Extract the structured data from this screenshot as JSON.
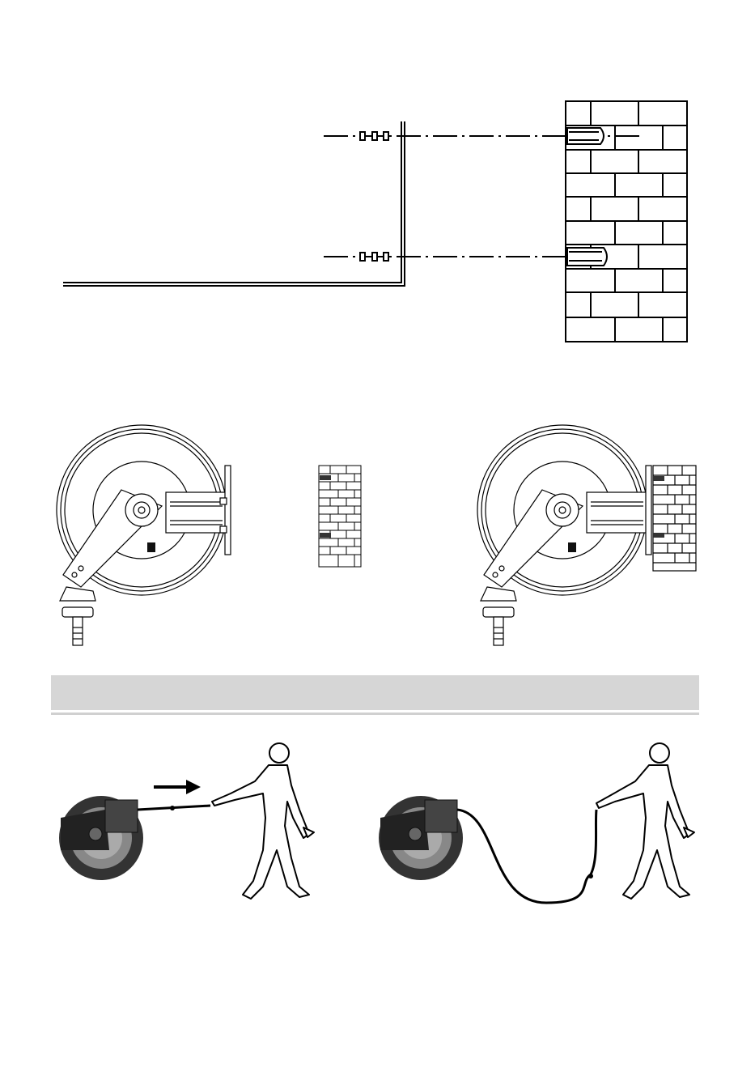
{
  "page": {
    "section_heading": ""
  },
  "figures": {
    "wall_mount": {
      "icon": "wall-mount-anchor-diagram"
    },
    "reel_left": {
      "icon": "hose-reel-side-view"
    },
    "brick_sample": {
      "icon": "brick-wall-with-anchors"
    },
    "reel_right": {
      "icon": "hose-reel-mounted-on-wall"
    },
    "pull_straight": {
      "icon": "person-pulling-hose-straight",
      "arrow": "pull-direction-arrow"
    },
    "pull_slack": {
      "icon": "person-holding-slack-hose"
    }
  },
  "colors": {
    "line": "#000000",
    "band": "#d6d6d6",
    "reel_dark": "#333333",
    "reel_grey": "#888888"
  }
}
